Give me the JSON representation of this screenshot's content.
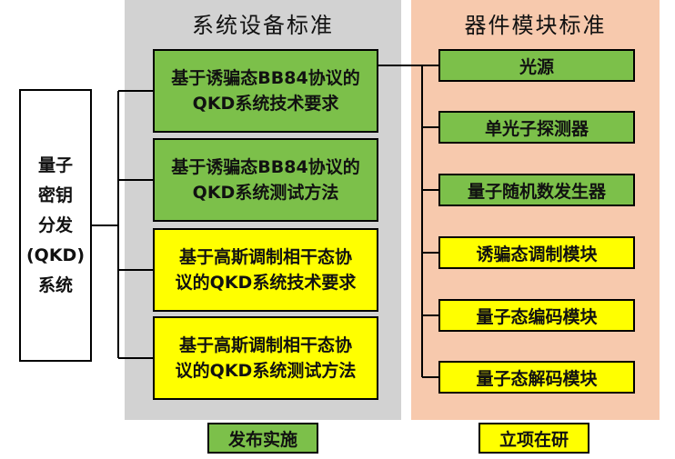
{
  "left_box": {
    "label": "量子\n密钥\n分发\n(QKD)\n系统"
  },
  "system_panel": {
    "title": "系统设备标准",
    "standards": [
      {
        "label": "基于诱骗态BB84协议的\nQKD系统技术要求",
        "color": "#7cc04a"
      },
      {
        "label": "基于诱骗态BB84协议的\nQKD系统测试方法",
        "color": "#7cc04a"
      },
      {
        "label": "基于高斯调制相干态协\n议的QKD系统技术要求",
        "color": "#ffff00"
      },
      {
        "label": "基于高斯调制相干态协\n议的QKD系统测试方法",
        "color": "#ffff00"
      }
    ]
  },
  "component_panel": {
    "title": "器件模块标准",
    "components": [
      {
        "label": "光源",
        "color": "#7cc04a"
      },
      {
        "label": "单光子探测器",
        "color": "#7cc04a"
      },
      {
        "label": "量子随机数发生器",
        "color": "#7cc04a"
      },
      {
        "label": "诱骗态调制模块",
        "color": "#ffff00"
      },
      {
        "label": "量子态编码模块",
        "color": "#ffff00"
      },
      {
        "label": "量子态解码模块",
        "color": "#ffff00"
      }
    ]
  },
  "legend": [
    {
      "label": "发布实施",
      "color": "#7cc04a"
    },
    {
      "label": "立项在研",
      "color": "#ffff00"
    }
  ],
  "colors": {
    "system_panel_bg": "#d2d2d2",
    "component_panel_bg": "#f7c9ad"
  }
}
